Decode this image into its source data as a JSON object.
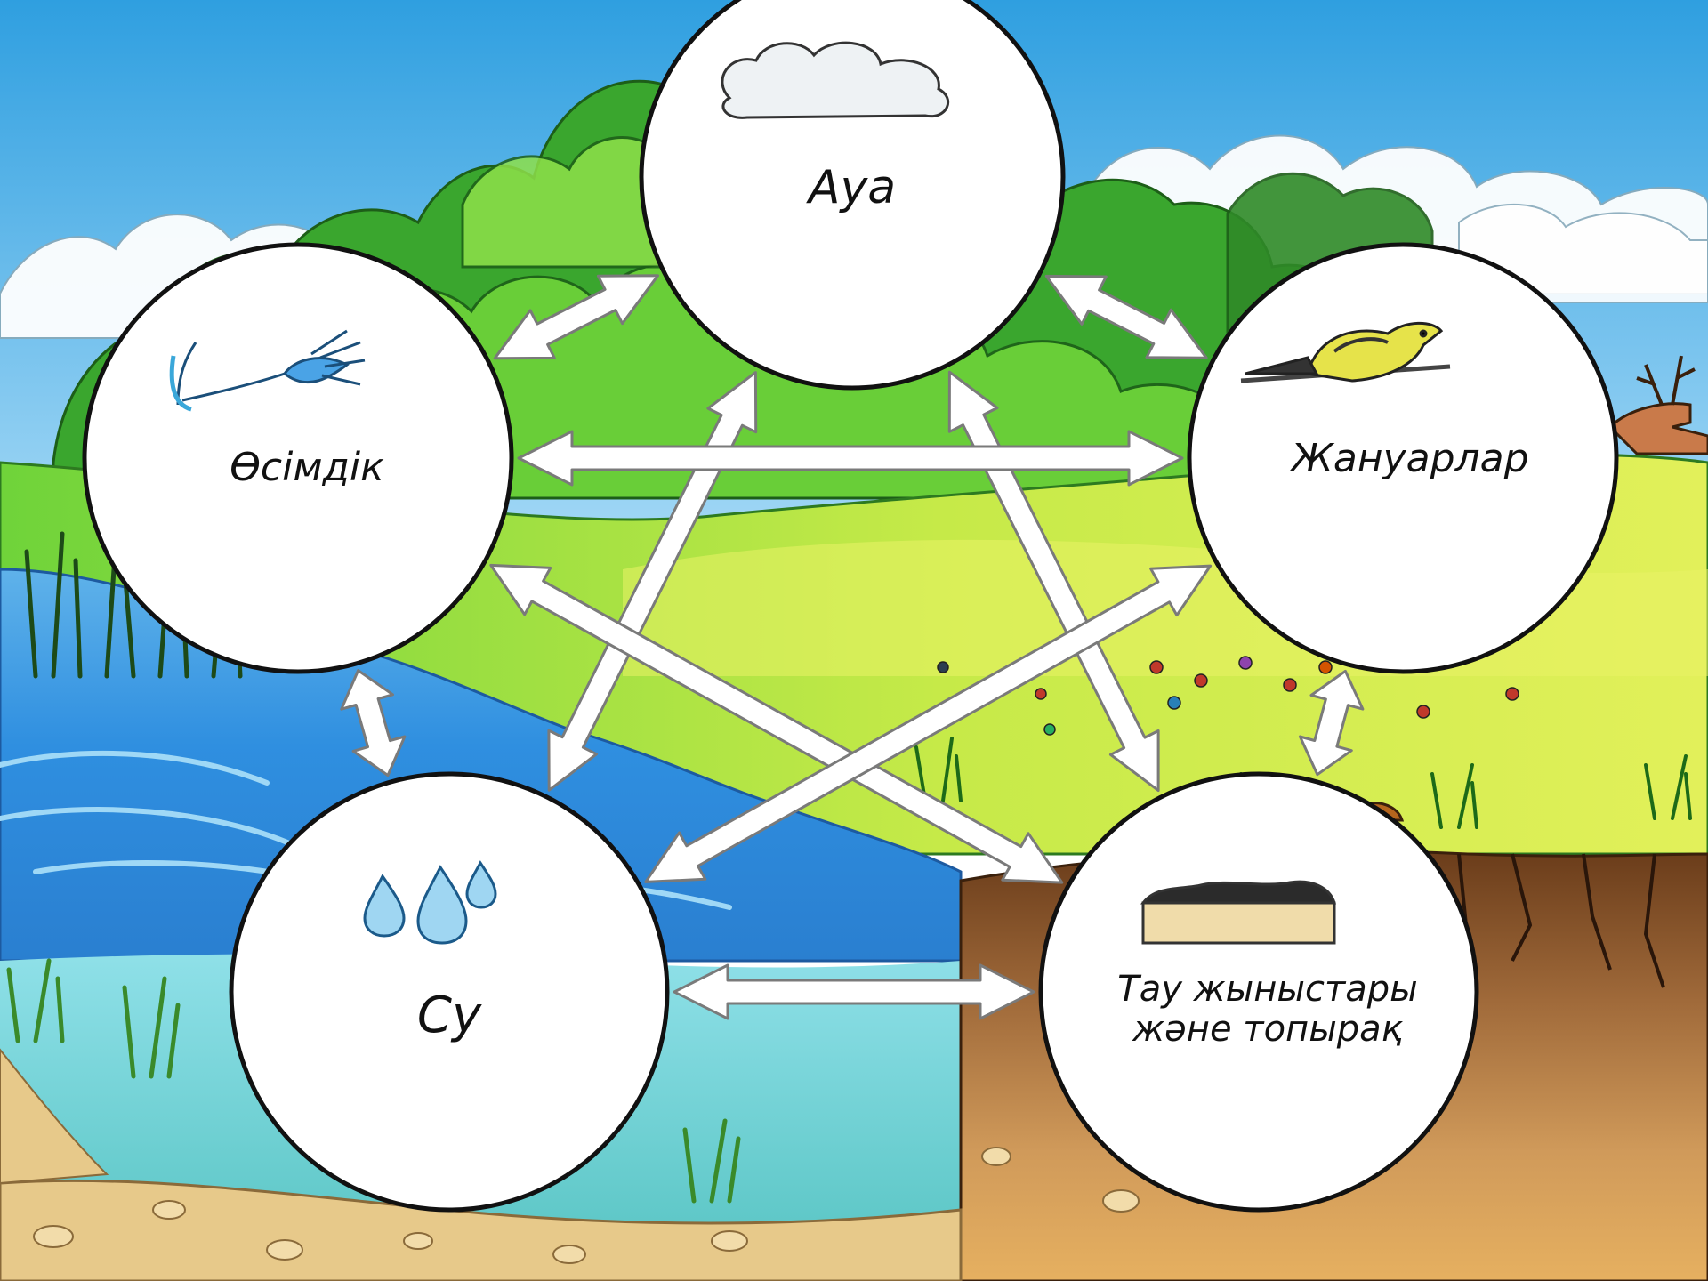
{
  "diagram": {
    "nodes": [
      {
        "id": "air",
        "label": "Ауа",
        "icon": "cloud-icon"
      },
      {
        "id": "plants",
        "label": "Өсімдік",
        "icon": "flower-icon"
      },
      {
        "id": "animals",
        "label": "Жануарлар",
        "icon": "bird-icon"
      },
      {
        "id": "water",
        "label": "Су",
        "icon": "water-drops-icon"
      },
      {
        "id": "soil",
        "label_line1": "Тау жыныстары",
        "label_line2": "және топырақ",
        "icon": "soil-layer-icon"
      }
    ],
    "connections": [
      {
        "from": "air",
        "to": "plants",
        "direction": "both"
      },
      {
        "from": "air",
        "to": "animals",
        "direction": "both"
      },
      {
        "from": "air",
        "to": "water",
        "direction": "both"
      },
      {
        "from": "air",
        "to": "soil",
        "direction": "both"
      },
      {
        "from": "plants",
        "to": "animals",
        "direction": "both"
      },
      {
        "from": "plants",
        "to": "water",
        "direction": "both"
      },
      {
        "from": "plants",
        "to": "soil",
        "direction": "both"
      },
      {
        "from": "animals",
        "to": "water",
        "direction": "both"
      },
      {
        "from": "animals",
        "to": "soil",
        "direction": "both"
      },
      {
        "from": "water",
        "to": "soil",
        "direction": "both"
      }
    ]
  },
  "colors": {
    "sky_top": "#2f9fe0",
    "sky_bottom": "#bfe6fb",
    "cloud": "#ffffff",
    "tree_dark": "#2f9a2a",
    "tree_light": "#6fd33a",
    "meadow_light": "#d6ef4a",
    "meadow_green": "#56c93a",
    "water_deep": "#2f8fe0",
    "water_light": "#8fd8f0",
    "water_teal": "#6fd4d0",
    "soil_sand": "#e7c98a",
    "soil_dark": "#7a4a22",
    "soil_orange": "#e6a24a",
    "node_fill": "#ffffff",
    "node_outline": "#111111",
    "arrow_fill": "#ffffff",
    "arrow_outline": "#7a7a7a"
  }
}
